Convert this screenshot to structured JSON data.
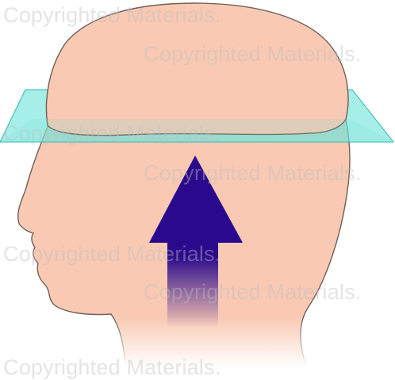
{
  "diagram": {
    "watermark_text": "Copyrighted Materials.",
    "colors": {
      "skin": "#F9C9B3",
      "outline": "#6E6058",
      "plane": "#6FE3DA",
      "plane_edge": "#2BB8B0",
      "arrow": "#2A0A8C"
    },
    "parts": [
      {
        "id": "head",
        "icon": "head-profile-silhouette"
      },
      {
        "id": "plane",
        "icon": "transverse-plane"
      },
      {
        "id": "arrow",
        "icon": "up-arrow"
      }
    ]
  }
}
